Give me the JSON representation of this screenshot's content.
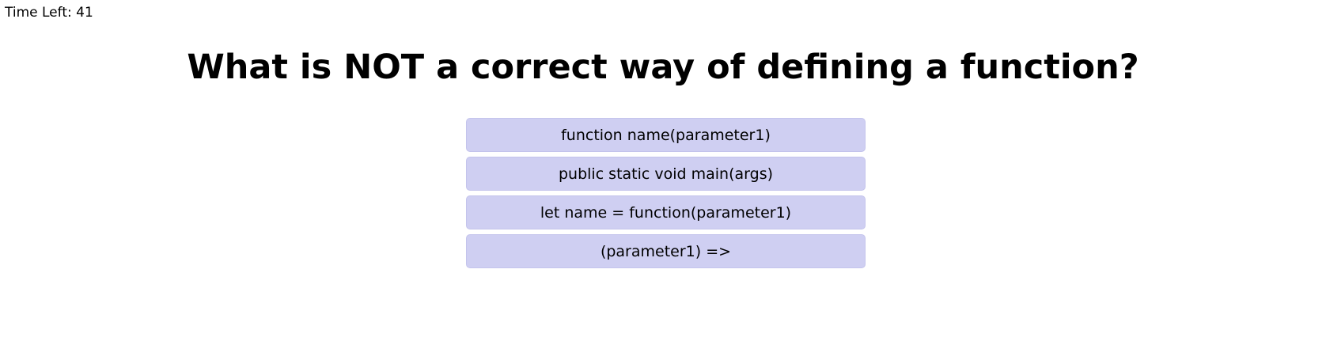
{
  "timer": {
    "text": "Time Left: 41"
  },
  "question": {
    "text": "What is NOT a correct way of defining a function?"
  },
  "answers": [
    {
      "label": "function name(parameter1)"
    },
    {
      "label": "public static void main(args)"
    },
    {
      "label": "let name = function(parameter1)"
    },
    {
      "label": "(parameter1) =>"
    }
  ],
  "colors": {
    "answer_background": "#cfcff2",
    "text": "#000000",
    "page_background": "#ffffff"
  }
}
